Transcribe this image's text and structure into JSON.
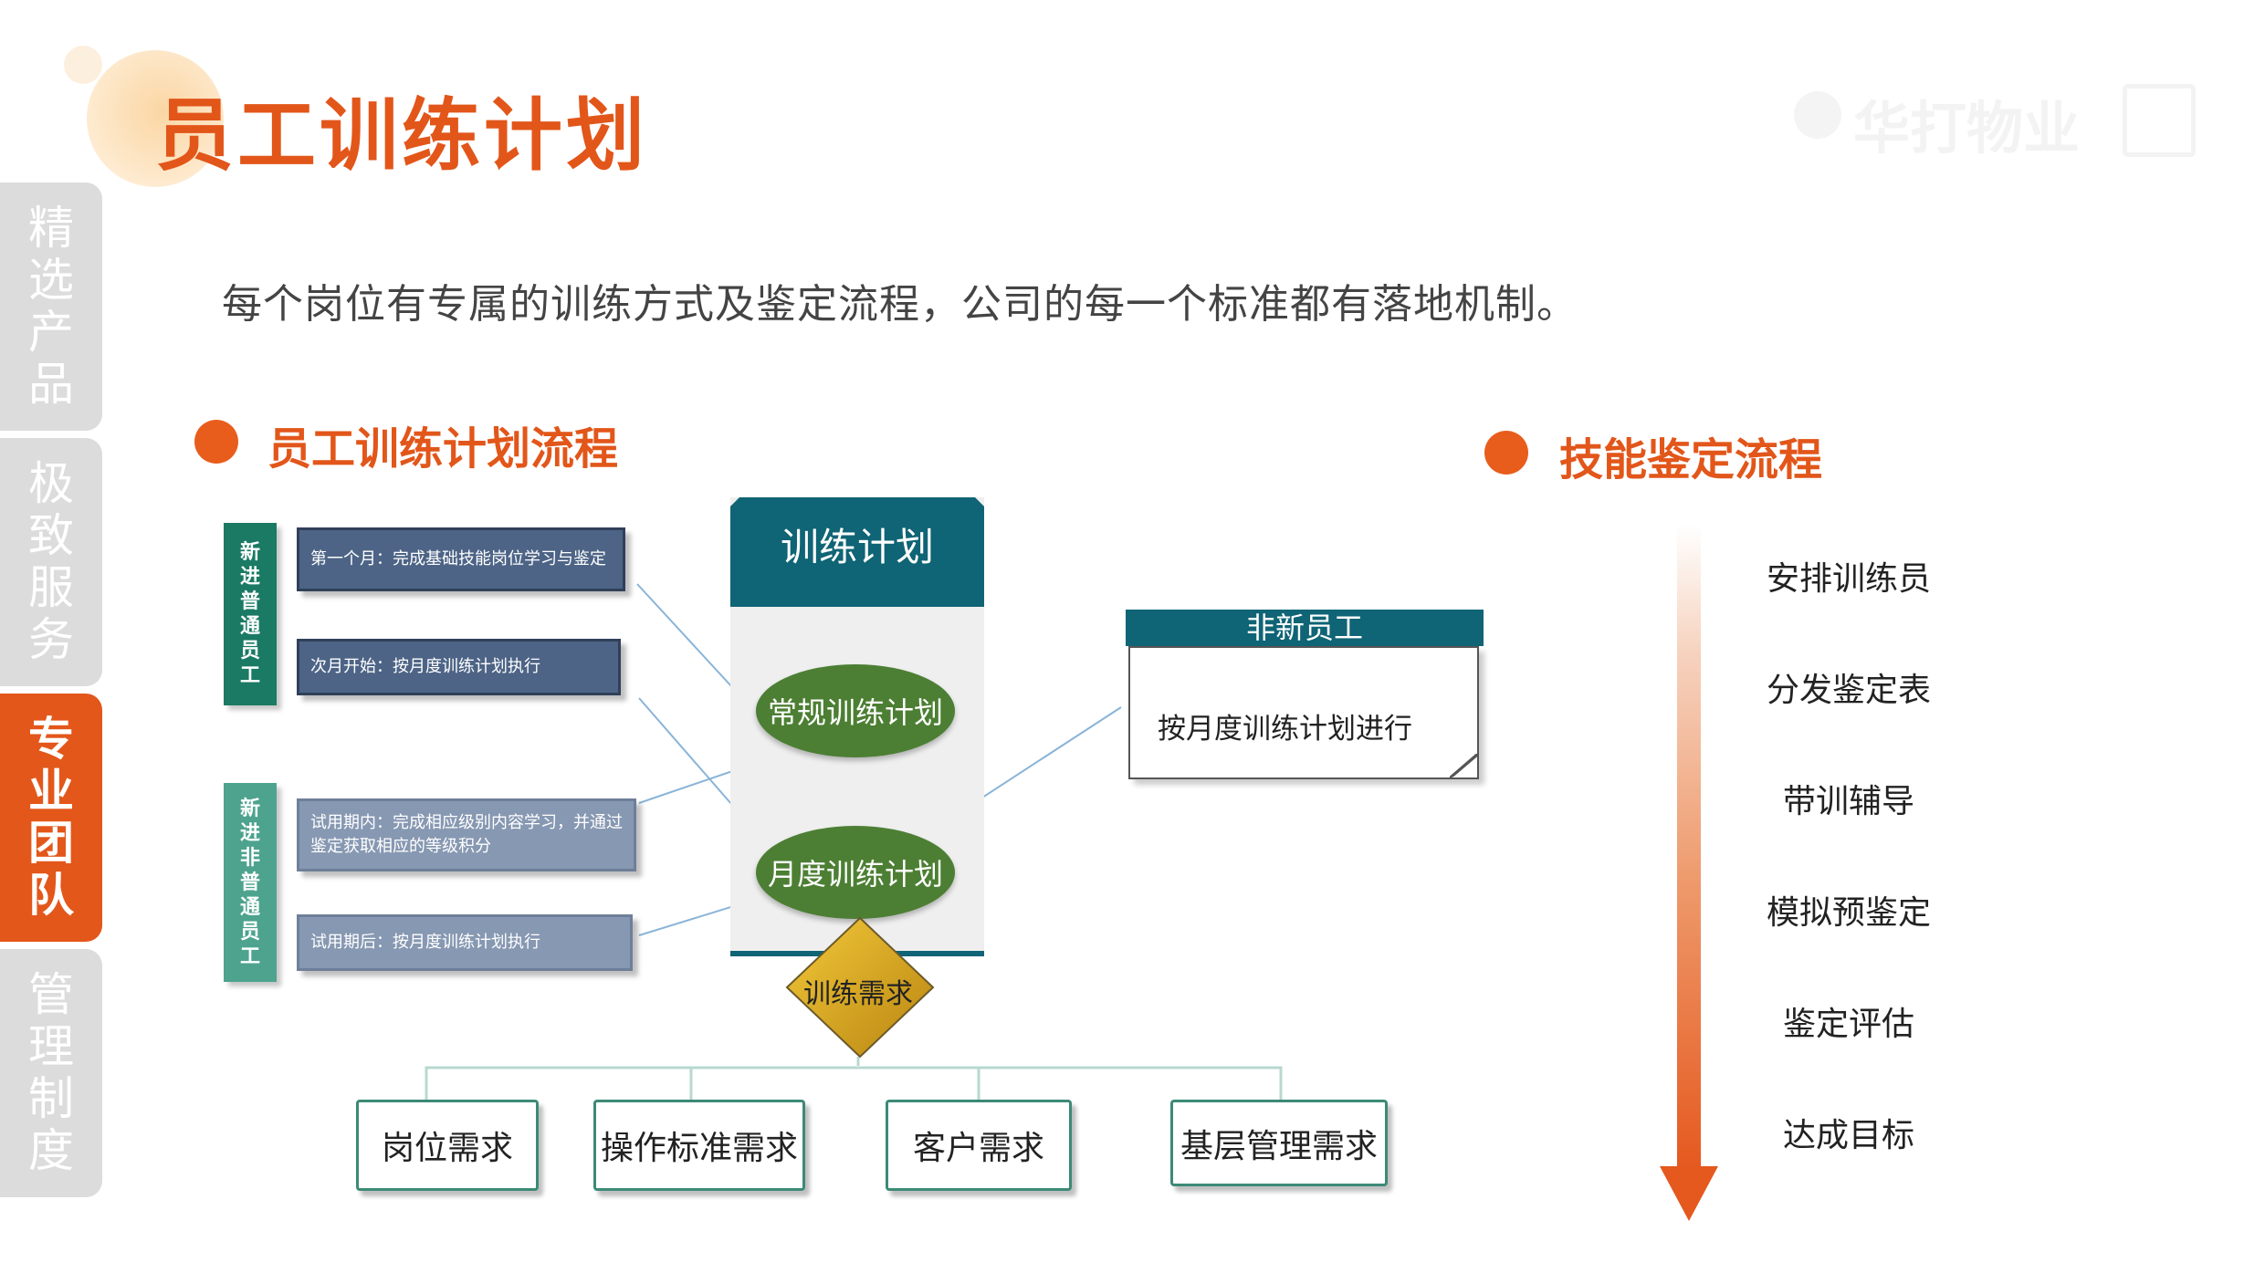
{
  "header": {
    "title": "员工训练计划",
    "watermark": "华打物业"
  },
  "nav": {
    "tabs": [
      {
        "label": "精选产品",
        "chars": [
          "精",
          "选",
          "产",
          "品"
        ],
        "active": false
      },
      {
        "label": "极致服务",
        "chars": [
          "极",
          "致",
          "服",
          "务"
        ],
        "active": false
      },
      {
        "label": "专业团队",
        "chars": [
          "专",
          "业",
          "团",
          "队"
        ],
        "active": true
      },
      {
        "label": "管理制度",
        "chars": [
          "管",
          "理",
          "制",
          "度"
        ],
        "active": false
      }
    ]
  },
  "intro": "每个岗位有专属的训练方式及鉴定流程，公司的每一个标准都有落地机制。",
  "flow": {
    "heading": "员工训练计划流程",
    "group_new_regular": {
      "label_chars": [
        "新",
        "进",
        "普",
        "通",
        "员",
        "工"
      ],
      "step1": "第一个月：完成基础技能岗位学习与鉴定",
      "step2": "次月开始：按月度训练计划执行"
    },
    "group_new_nonregular": {
      "label_chars": [
        "新",
        "进",
        "非",
        "普",
        "通",
        "员",
        "工"
      ],
      "step1": "试用期内：完成相应级别内容学习，并通过鉴定获取相应的等级积分",
      "step2": "试用期后：按月度训练计划执行"
    },
    "plan_header": "训练计划",
    "regular_plan": "常规训练计划",
    "monthly_plan": "月度训练计划",
    "needs_label": "训练需求",
    "nonnew": {
      "header": "非新员工",
      "text": "按月度训练计划进行"
    },
    "needs": [
      "岗位需求",
      "操作标准需求",
      "客户需求",
      "基层管理需求"
    ]
  },
  "skill": {
    "heading": "技能鉴定流程",
    "steps": [
      "安排训练员",
      "分发鉴定表",
      "带训辅导",
      "模拟预鉴定",
      "鉴定评估",
      "达成目标"
    ]
  },
  "colors": {
    "accent": "#e2561a",
    "teal": "#0f6475",
    "green_ellipse": "#4c7f33",
    "step_dark": "#4d6486",
    "step_light": "#8798b2",
    "diamond": "#d9a521"
  }
}
